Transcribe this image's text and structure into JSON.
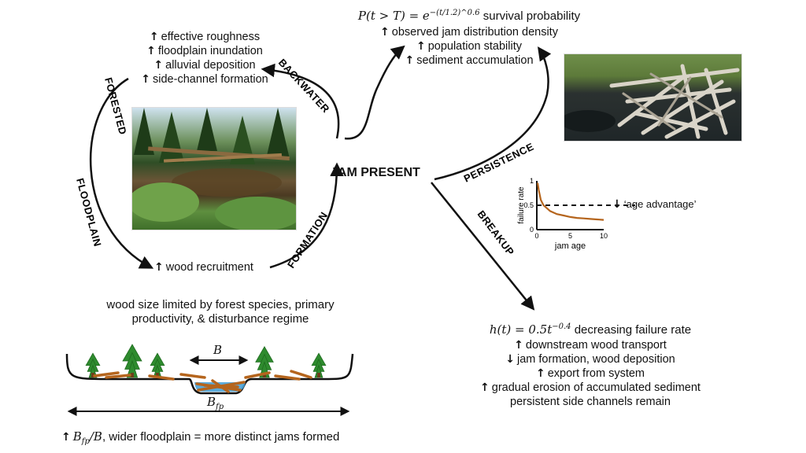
{
  "center_label": "JAM PRESENT",
  "cycle_labels": {
    "backwater": "BACKWATER",
    "forested": "FORESTED",
    "floodplain": "FLOODPLAIN",
    "formation": "FORMATION",
    "persistence": "PERSISTENCE",
    "breakup": "BREAKUP"
  },
  "backwater_effects": [
    "effective roughness",
    "floodplain inundation",
    "alluvial deposition",
    "side-channel formation"
  ],
  "formation_effect": "wood recruitment",
  "persistence": {
    "equation_lhs": "P(t > T) = e",
    "equation_exp": "−(t/1.2)^0.6",
    "equation_text": "survival probability",
    "effects": [
      "observed jam distribution density",
      "population stability",
      "sediment accumulation"
    ]
  },
  "breakup": {
    "equation": "h(t) = 0.5t^−0.4",
    "equation_text": "decreasing failure rate",
    "effects": [
      {
        "dir": "up",
        "text": "downstream wood transport"
      },
      {
        "dir": "down",
        "text": "jam formation, wood deposition"
      },
      {
        "dir": "up",
        "text": "export from system"
      },
      {
        "dir": "up",
        "text": "gradual erosion of accumulated sediment"
      },
      {
        "dir": "none",
        "text": "persistent side channels remain"
      }
    ]
  },
  "floodplain_note": [
    "wood size limited by forest species, primary",
    "productivity, & disturbance regime"
  ],
  "channel_labels": {
    "b": "B",
    "bfp": "B",
    "bfp_sub": "fp"
  },
  "bottom_caption": {
    "math": "B_fp/B",
    "text": ", wider floodplain = more distinct jams formed"
  },
  "colors": {
    "tree": "#2e8b2e",
    "tree_dark": "#1f6b1f",
    "wood": "#b5651d",
    "water": "#4aa3d8",
    "curve": "#b5651d"
  },
  "chart_data": {
    "type": "line",
    "xlabel": "jam age",
    "ylabel": "failure rate",
    "xticks": [
      "0",
      "5",
      "10"
    ],
    "yticks": [
      "0",
      "0.5",
      "1"
    ],
    "xlim": [
      0,
      10
    ],
    "ylim": [
      0,
      1
    ],
    "curve": {
      "function": "0.5*t^-0.4",
      "x": [
        0.3,
        0.6,
        1,
        2,
        3,
        4,
        5,
        6,
        7,
        8,
        9,
        10
      ],
      "y": [
        0.81,
        0.61,
        0.5,
        0.38,
        0.32,
        0.29,
        0.26,
        0.24,
        0.23,
        0.22,
        0.21,
        0.2
      ]
    },
    "reference_line": {
      "y": 0.5,
      "style": "dashed"
    },
    "annotation": "‘age advantage’"
  }
}
